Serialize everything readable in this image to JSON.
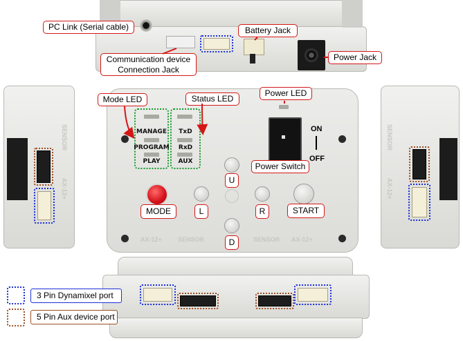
{
  "labels": {
    "pc_link": "PC Link (Serial cable)",
    "comm_jack_line1": "Communication device",
    "comm_jack_line2": "Connection Jack",
    "battery_jack": "Battery Jack",
    "power_jack": "Power Jack",
    "mode_led": "Mode LED",
    "status_led": "Status LED",
    "power_led": "Power LED",
    "power_switch": "Power Switch",
    "on": "ON",
    "off": "OFF"
  },
  "mode_leds": [
    "MANAGE",
    "PROGRAM",
    "PLAY"
  ],
  "status_leds": [
    "TxD",
    "RxD",
    "AUX"
  ],
  "buttons": {
    "mode": "MODE",
    "left": "L",
    "right": "R",
    "up": "U",
    "down": "D",
    "start": "START"
  },
  "legend": {
    "dynamixel": "3 Pin Dynamixel port",
    "aux": "5 Pin Aux device port"
  },
  "colors": {
    "callout_border": "#d41616",
    "dynamixel_marker": "#1b2fd4",
    "aux_marker": "#9b4d22",
    "led_group_marker": "#149c2a",
    "mode_button": "#e8202a"
  }
}
